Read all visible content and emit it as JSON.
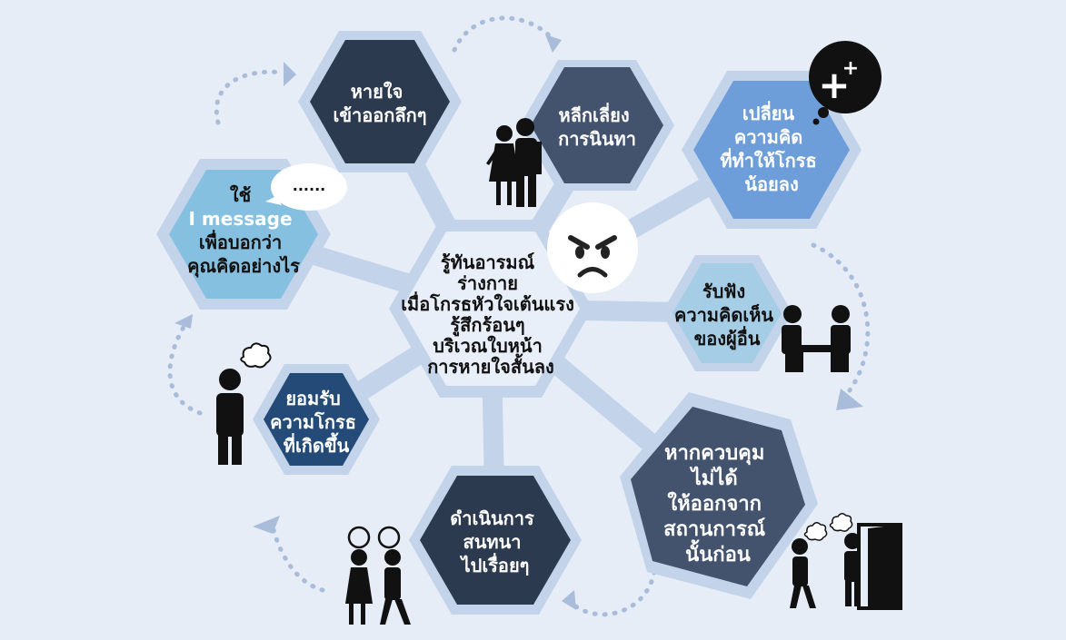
{
  "nodes": [
    {
      "id": "center",
      "lines": [
        "รู้ทันอารมณ์",
        "ร่างกาย",
        "เมื่อโกรธหัวใจเต้นแรง",
        "รู้สึกร้อนๆ",
        "บริเวณใบหน้า",
        "การหายใจสั้นลง"
      ]
    },
    {
      "id": "breathe",
      "lines": [
        "หายใจ",
        "เข้าออกลึกๆ"
      ]
    },
    {
      "id": "avoid-gossip",
      "lines": [
        "หลีกเลี่ยง",
        "การนินทา"
      ]
    },
    {
      "id": "change-thought",
      "lines": [
        "เปลี่ยน",
        "ความคิด",
        "ที่ทำให้โกรธ",
        "น้อยลง"
      ]
    },
    {
      "id": "i-message",
      "lines": [
        "ใช้",
        "I message",
        "เพื่อบอกว่า",
        "คุณคิดอย่างไร"
      ]
    },
    {
      "id": "listen",
      "lines": [
        "รับฟัง",
        "ความคิดเห็น",
        "ของผู้อื่น"
      ]
    },
    {
      "id": "accept",
      "lines": [
        "ยอมรับ",
        "ความโกรธ",
        "ที่เกิดขึ้น"
      ]
    },
    {
      "id": "leave",
      "lines": [
        "หากควบคุม",
        "ไม่ได้",
        "ให้ออกจาก",
        "สถานการณ์",
        "นั้นก่อน"
      ]
    },
    {
      "id": "converse",
      "lines": [
        "ดำเนินการ",
        "สนทนา",
        "ไปเรื่อยๆ"
      ]
    }
  ],
  "speech_bubble": "......",
  "plus_symbol": "+",
  "colors": {
    "background": "#e6edf7",
    "connector": "#c3d4ea",
    "center_fill": "#e9eff8",
    "dark_navy": "#2b3a4f",
    "slate": "#43526d",
    "sky": "#86c0e0",
    "cornflower": "#6d9ed9",
    "light_sky": "#a5cde6",
    "royal_navy": "#244b78"
  }
}
